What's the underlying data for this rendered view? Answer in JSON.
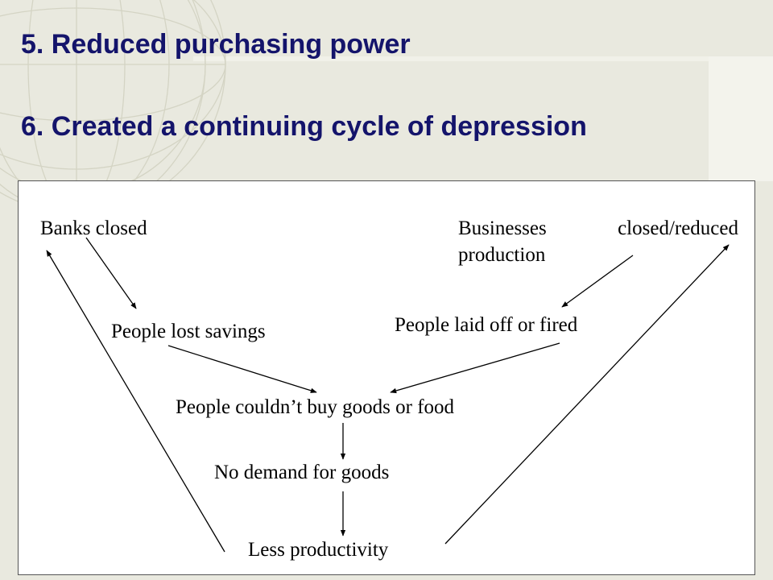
{
  "slide": {
    "heading_1": "5. Reduced purchasing power",
    "heading_2": "6. Created a continuing cycle of depression"
  },
  "diagram": {
    "nodes": {
      "banks_closed": "Banks closed",
      "businesses_closed": "Businesses closed/reduced production",
      "people_lost_savings": "People lost savings",
      "people_laid_off": "People laid off or fired",
      "people_couldnt_buy": "People couldn’t buy goods or food",
      "no_demand": "No demand for goods",
      "less_productivity": "Less productivity"
    },
    "edges": [
      {
        "from": "banks_closed",
        "to": "people_lost_savings"
      },
      {
        "from": "businesses_closed",
        "to": "people_laid_off"
      },
      {
        "from": "people_lost_savings",
        "to": "people_couldnt_buy"
      },
      {
        "from": "people_laid_off",
        "to": "people_couldnt_buy"
      },
      {
        "from": "people_couldnt_buy",
        "to": "no_demand"
      },
      {
        "from": "no_demand",
        "to": "less_productivity"
      },
      {
        "from": "less_productivity",
        "to": "banks_closed"
      },
      {
        "from": "less_productivity",
        "to": "businesses_closed"
      }
    ]
  },
  "colors": {
    "heading": "#14146b",
    "background": "#e9e9df",
    "panel": "#ffffff"
  }
}
